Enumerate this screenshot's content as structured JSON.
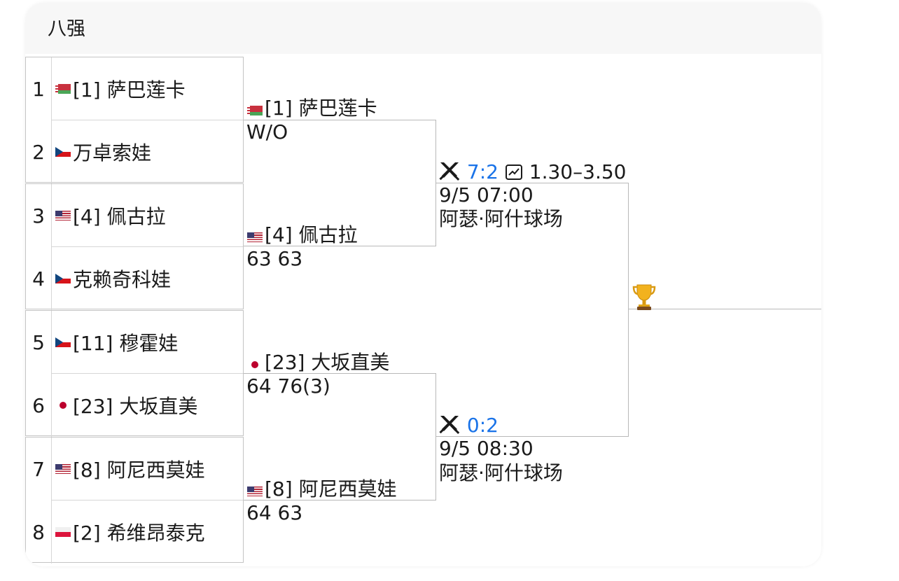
{
  "header": {
    "title": "八强"
  },
  "round1": [
    {
      "seed_no": "1",
      "flag": "belarus-flag",
      "name": "[1] 萨巴莲卡"
    },
    {
      "seed_no": "2",
      "flag": "czech-flag",
      "name": " 万卓索娃"
    },
    {
      "seed_no": "3",
      "flag": "usa-flag",
      "name": "[4] 佩古拉"
    },
    {
      "seed_no": "4",
      "flag": "czech-flag",
      "name": " 克赖奇科娃"
    },
    {
      "seed_no": "5",
      "flag": "czech-flag",
      "name": "[11] 穆霍娃"
    },
    {
      "seed_no": "6",
      "flag": "japan-flag",
      "name": "[23] 大坂直美"
    },
    {
      "seed_no": "7",
      "flag": "usa-flag",
      "name": "[8] 阿尼西莫娃"
    },
    {
      "seed_no": "8",
      "flag": "poland-flag",
      "name": "[2] 希维昂泰克"
    }
  ],
  "round2": [
    {
      "winner": "[1] 萨巴莲卡",
      "flag": "belarus-flag",
      "score": "W/O"
    },
    {
      "winner": "[4] 佩古拉",
      "flag": "usa-flag",
      "score": "63 63"
    },
    {
      "winner": "[23] 大坂直美",
      "flag": "japan-flag",
      "score": "64 76(3)"
    },
    {
      "winner": "[8] 阿尼西莫娃",
      "flag": "usa-flag",
      "score": "64 63"
    }
  ],
  "semifinals": [
    {
      "h2h": "7:2",
      "odds": "1.30–3.50",
      "time": "9/5 07:00",
      "venue": "阿瑟·阿什球场"
    },
    {
      "h2h": "0:2",
      "time": "9/5 08:30",
      "venue": "阿瑟·阿什球场"
    }
  ],
  "icons": {
    "h2h": "crossed-swords-icon",
    "odds": "chart-icon",
    "final": "trophy-icon"
  },
  "colors": {
    "link": "#1a73e8",
    "line": "#b8b8b8"
  }
}
